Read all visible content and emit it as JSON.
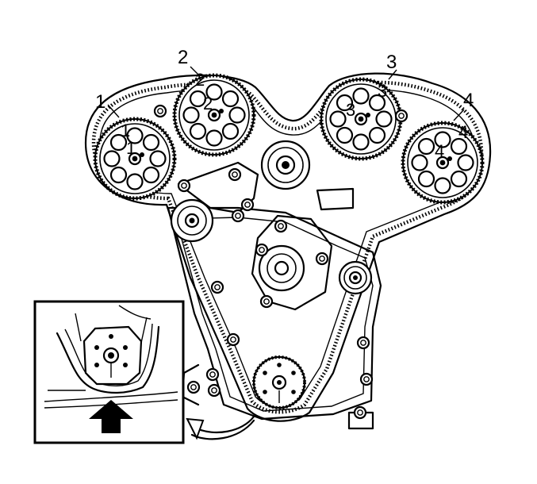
{
  "diagram": {
    "timing_marks": {
      "outer": [
        "1",
        "2",
        "3",
        "4"
      ],
      "inner": [
        "1",
        "2",
        "3",
        "4"
      ],
      "hub": [
        "1",
        "2",
        "3",
        "4"
      ]
    }
  },
  "colors": {
    "line": "#000000",
    "background": "#ffffff"
  },
  "icons": [
    "rotation-arrow-icon",
    "up-arrow-icon"
  ]
}
